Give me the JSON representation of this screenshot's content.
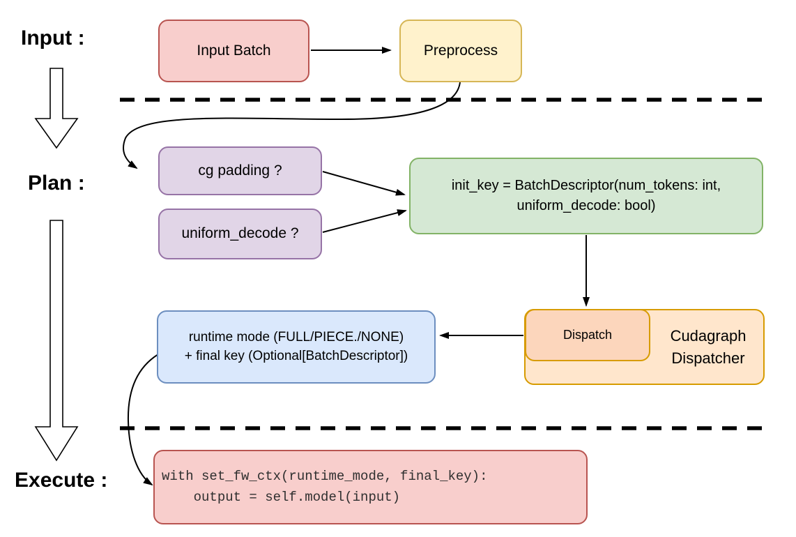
{
  "sections": {
    "input_label": "Input :",
    "plan_label": "Plan :",
    "execute_label": "Execute :"
  },
  "nodes": {
    "input_batch": {
      "label": "Input Batch",
      "fill": "#f8cecc",
      "stroke": "#b85450"
    },
    "preprocess": {
      "label": "Preprocess",
      "fill": "#fff2cc",
      "stroke": "#d6b656"
    },
    "cg_padding": {
      "label": "cg padding ?",
      "fill": "#e1d5e7",
      "stroke": "#9673a6"
    },
    "uniform_decode": {
      "label": "uniform_decode ?",
      "fill": "#e1d5e7",
      "stroke": "#9673a6"
    },
    "init_key": {
      "line1": "init_key = BatchDescriptor(num_tokens: int,",
      "line2": "uniform_decode: bool)",
      "fill": "#d5e8d4",
      "stroke": "#82b366"
    },
    "cudagraph_dispatcher": {
      "line1": "Cudagraph",
      "line2": "Dispatcher",
      "fill": "#ffe6cc",
      "stroke": "#d79b00"
    },
    "dispatch": {
      "label": "Dispatch",
      "fill": "#fcd6bc",
      "stroke": "#d79b00"
    },
    "runtime_mode": {
      "line1": "runtime mode (FULL/PIECE./NONE)",
      "line2": "+ final key (Optional[BatchDescriptor])",
      "fill": "#dae8fc",
      "stroke": "#6c8ebf"
    },
    "execute_code": {
      "line1": "with set_fw_ctx(runtime_mode, final_key):",
      "line2": "    output = self.model(input)",
      "fill": "#f8cecc",
      "stroke": "#b85450"
    }
  },
  "connector_color": "#000000"
}
